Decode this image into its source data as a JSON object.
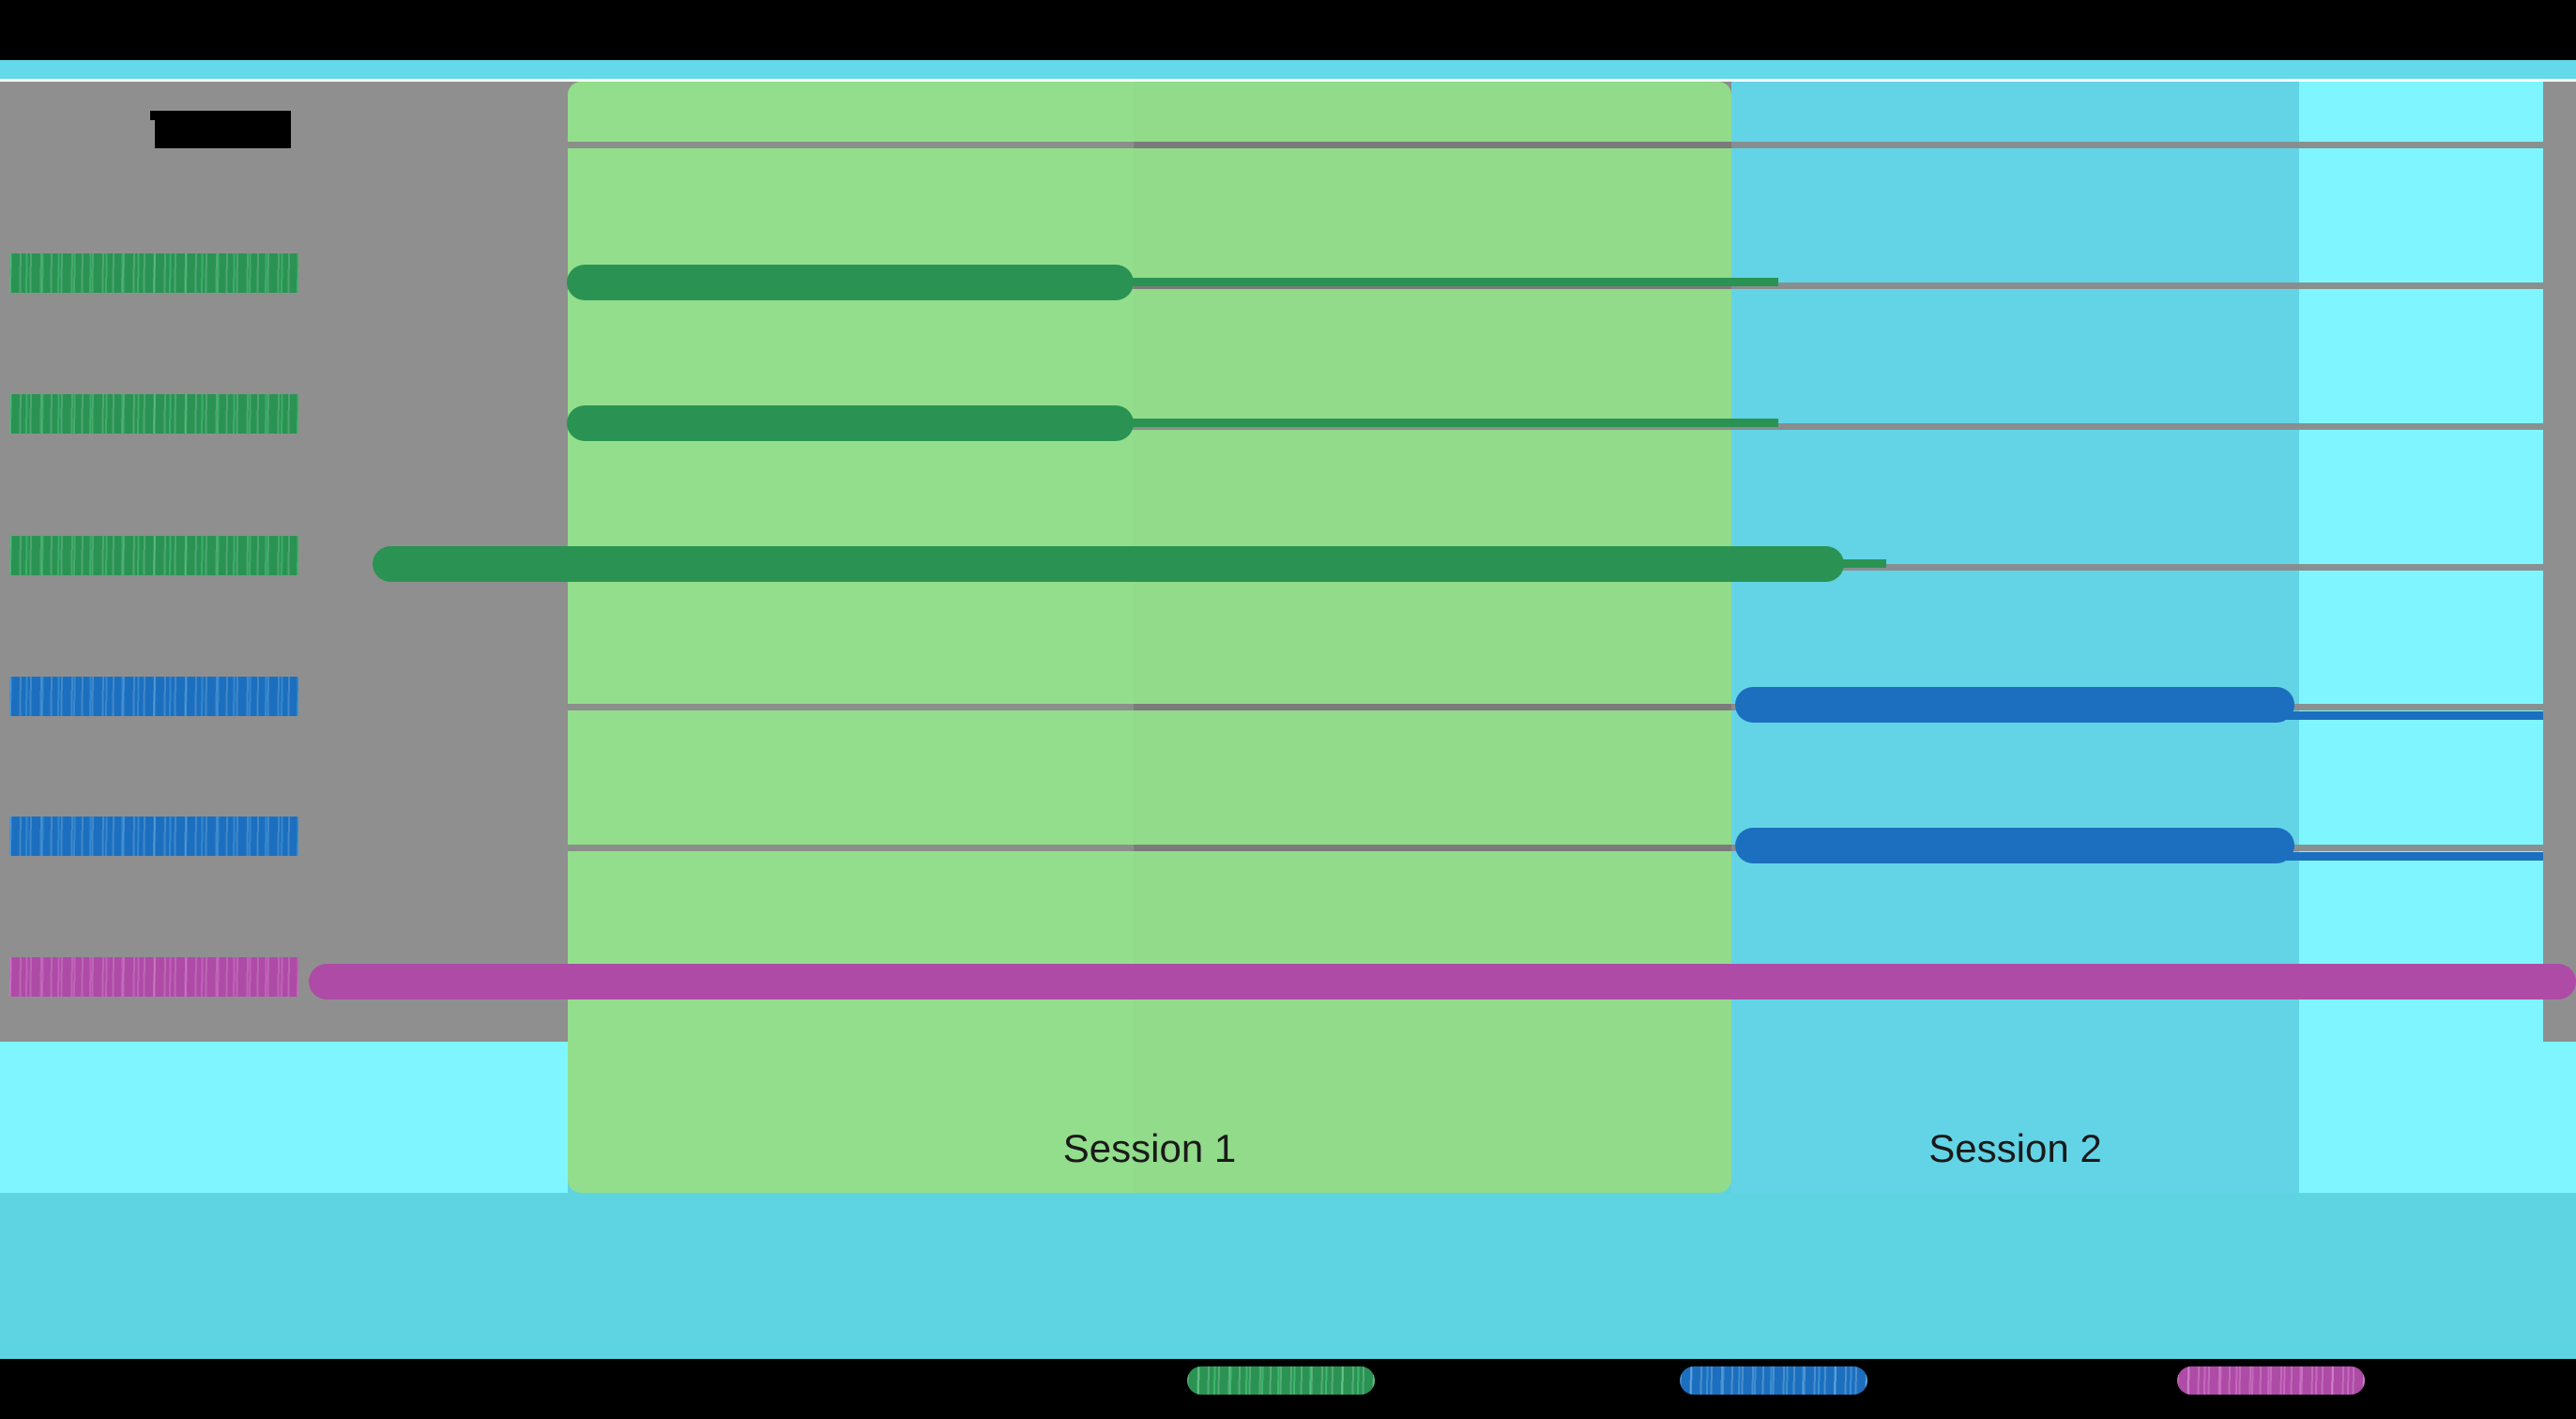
{
  "figure": {
    "title_redacted": true,
    "background_color": "#000000",
    "panel_color": "#8f8f8f",
    "frame_color": "#5ed4e3"
  },
  "chart_data": {
    "type": "bar",
    "orientation": "horizontal",
    "title": "",
    "xlabel": "",
    "ylabel": "",
    "grid": true,
    "legend_position": "bottom",
    "xlim": [
      0,
      100
    ],
    "categories": [
      "[redacted]",
      "[redacted]",
      "[redacted]",
      "[redacted]",
      "[redacted]",
      "[redacted]"
    ],
    "bars": [
      {
        "label": "[redacted]",
        "group": "green",
        "start": 13.5,
        "end": 40.0,
        "whisker_end": 43.5,
        "color": "#2a9353"
      },
      {
        "label": "[redacted]",
        "group": "green",
        "start": 13.5,
        "end": 40.0,
        "whisker_end": 43.5,
        "color": "#2a9353"
      },
      {
        "label": "[redacted]",
        "group": "green",
        "start": 8.4,
        "end": 65.5,
        "whisker_end": 68.0,
        "color": "#2a9353"
      },
      {
        "label": "[redacted]",
        "group": "blue",
        "start": 61.5,
        "end": 81.5,
        "whisker_end": 100.0,
        "color": "#1c6fbe"
      },
      {
        "label": "[redacted]",
        "group": "blue",
        "start": 61.5,
        "end": 81.5,
        "whisker_end": 100.0,
        "color": "#1c6fbe"
      },
      {
        "label": "[redacted]",
        "group": "purple",
        "start": 6.8,
        "end": 100.0,
        "whisker_end": 100.0,
        "color": "#ae4ba6"
      }
    ],
    "gridlines_count": 6,
    "legend": [
      {
        "label": "[redacted]",
        "color": "#2a9353"
      },
      {
        "label": "[redacted]",
        "color": "#1c6fbe"
      },
      {
        "label": "[redacted]",
        "color": "#ae4ba6"
      }
    ],
    "annotations": [
      {
        "text": "Session 1",
        "color": "#93de8c",
        "x_start": 22.0,
        "x_end": 67.2
      },
      {
        "text": "Session 2",
        "color": "#63d4e6",
        "x_start": 67.2,
        "x_end": 89.3
      }
    ]
  },
  "sessions": {
    "session1_label": "Session 1",
    "session2_label": "Session 2",
    "session1_color": "#93de8c",
    "session2_color": "#63d4e6",
    "session3_color": "#7ff6ff"
  },
  "legend": {
    "items": [
      {
        "name": "legend-green",
        "label": ""
      },
      {
        "name": "legend-blue",
        "label": ""
      },
      {
        "name": "legend-purple",
        "label": ""
      }
    ]
  },
  "y_axis": {
    "labels": [
      "",
      "",
      "",
      "",
      "",
      ""
    ]
  }
}
